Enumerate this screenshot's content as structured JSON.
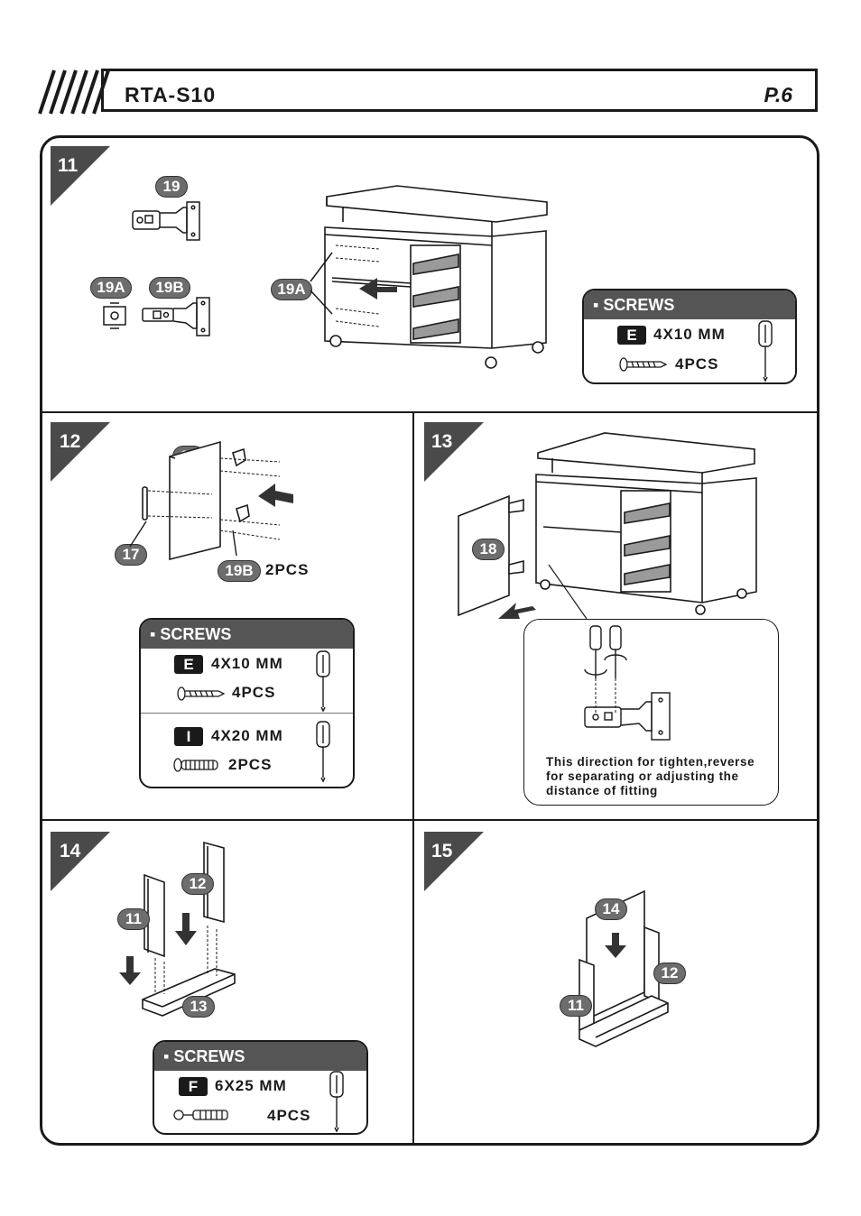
{
  "header": {
    "model": "RTA-S10",
    "page": "P.6"
  },
  "steps": {
    "s11": {
      "num": "11",
      "label_19": "19",
      "label_19a": "19A",
      "label_19b": "19B",
      "label_19a_arrow": "19A",
      "screws": {
        "title": "SCREWS",
        "letter": "E",
        "size": "4X10 MM",
        "qty": "4PCS"
      }
    },
    "s12": {
      "num": "12",
      "label_18": "18",
      "label_17": "17",
      "label_19b": "19B",
      "qty_19b": "2PCS",
      "screws": {
        "title": "SCREWS",
        "e": {
          "letter": "E",
          "size": "4X10 MM",
          "qty": "4PCS"
        },
        "i": {
          "letter": "I",
          "size": "4X20 MM",
          "qty": "2PCS"
        }
      }
    },
    "s13": {
      "num": "13",
      "label_18": "18",
      "note": [
        "This direction for tighten,reverse",
        "for separating or adjusting the",
        "distance of fitting"
      ]
    },
    "s14": {
      "num": "14",
      "label_11": "11",
      "label_12": "12",
      "label_13": "13",
      "screws": {
        "title": "SCREWS",
        "letter": "F",
        "size": "6X25 MM",
        "qty": "4PCS"
      }
    },
    "s15": {
      "num": "15",
      "label_14": "14",
      "label_12": "12",
      "label_11": "11"
    }
  },
  "colors": {
    "ink": "#1a1a1a",
    "pill": "#6d6d6d",
    "box_header": "#555555"
  }
}
